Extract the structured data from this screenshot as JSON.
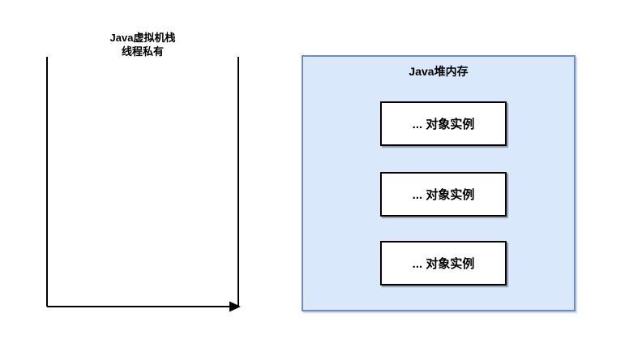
{
  "diagram": {
    "stack": {
      "label": {
        "line1": "Java虚拟机栈",
        "line2": "线程私有"
      },
      "shape": "u-shaped-arrow",
      "line_color": "#000000"
    },
    "heap": {
      "title": "Java堆内存",
      "fill_color": "#dae8fc",
      "border_color": "#6c8ebf",
      "items": [
        {
          "label": "... 对象实例"
        },
        {
          "label": "... 对象实例"
        },
        {
          "label": "... 对象实例"
        }
      ]
    }
  }
}
